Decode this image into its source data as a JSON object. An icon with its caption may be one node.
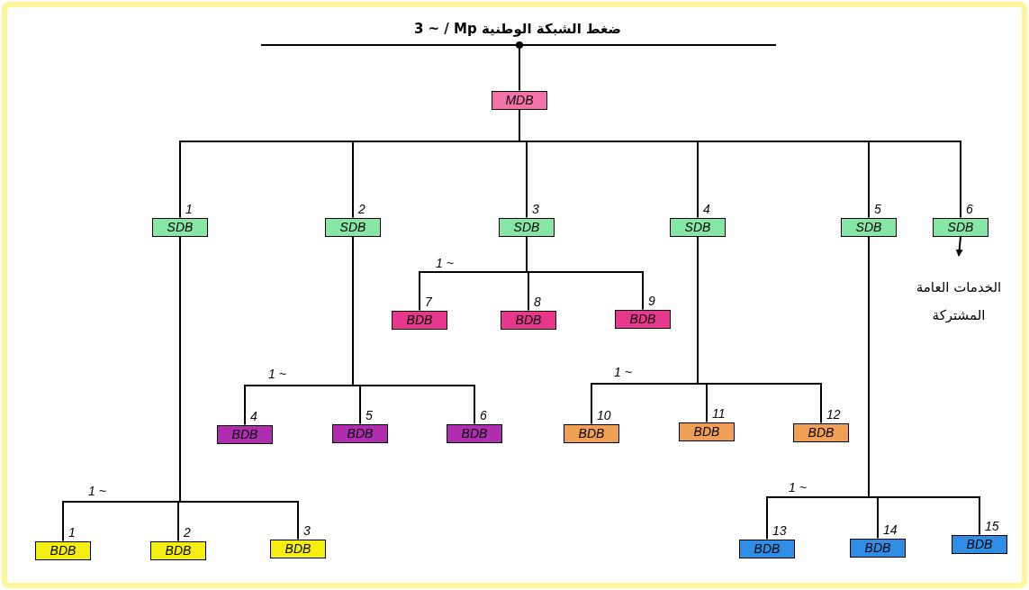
{
  "diagram": {
    "title": "3 ~ / Mp ضغط الشبكة الوطنية",
    "nodes": [
      {
        "text": [],
        "shape": "bar"
      },
      {
        "text": [
          "MDB"
        ]
      },
      {
        "text": [
          "SDB"
        ],
        "beside": [
          "1"
        ]
      },
      {
        "text": [
          "SDB"
        ],
        "beside": [
          "2"
        ]
      },
      {
        "text": [
          "SDB"
        ],
        "beside": [
          "3"
        ]
      },
      {
        "text": [
          "SDB"
        ],
        "beside": [
          "4"
        ]
      },
      {
        "text": [
          "SDB"
        ],
        "beside": [
          "5"
        ]
      },
      {
        "text": [
          "SDB"
        ],
        "beside": [
          "6"
        ]
      },
      {
        "text": [
          "الخدمات العامة المشتركة"
        ]
      },
      {
        "text": [
          "BDB"
        ],
        "beside": [
          "1"
        ]
      },
      {
        "text": [
          "BDB"
        ],
        "beside": [
          "2"
        ]
      },
      {
        "text": [
          "BDB"
        ],
        "beside": [
          "3"
        ]
      },
      {
        "text": [
          "BDB"
        ],
        "beside": [
          "4"
        ]
      },
      {
        "text": [
          "BDB"
        ],
        "beside": [
          "5"
        ]
      },
      {
        "text": [
          "BDB"
        ],
        "beside": [
          "6"
        ]
      },
      {
        "text": [
          "BDB"
        ],
        "beside": [
          "7"
        ]
      },
      {
        "text": [
          "BDB"
        ],
        "beside": [
          "8"
        ]
      },
      {
        "text": [
          "BDB"
        ],
        "beside": [
          "9"
        ]
      },
      {
        "text": [
          "BDB"
        ],
        "beside": [
          "10"
        ]
      },
      {
        "text": [
          "BDB"
        ],
        "beside": [
          "11"
        ]
      },
      {
        "text": [
          "BDB"
        ],
        "beside": [
          "12"
        ]
      },
      {
        "text": [
          "BDB"
        ],
        "beside": [
          "13"
        ]
      },
      {
        "text": [
          "BDB"
        ],
        "beside": [
          "14"
        ]
      },
      {
        "text": [
          "BDB"
        ],
        "beside": [
          "15"
        ]
      }
    ],
    "edges": [
      {
        "from": 0,
        "to": 1,
        "arrow": "none"
      },
      {
        "from": 1,
        "to": 2,
        "arrow": "none"
      },
      {
        "from": 1,
        "to": 3,
        "arrow": "none"
      },
      {
        "from": 1,
        "to": 4,
        "arrow": "none"
      },
      {
        "from": 1,
        "to": 5,
        "arrow": "none"
      },
      {
        "from": 1,
        "to": 6,
        "arrow": "none"
      },
      {
        "from": 1,
        "to": 7,
        "arrow": "none"
      },
      {
        "from": 7,
        "to": 8,
        "arrow": "to"
      },
      {
        "from": 4,
        "to": 15,
        "arrow": "none"
      },
      {
        "from": 4,
        "to": 16,
        "arrow": "none"
      },
      {
        "from": 4,
        "to": 17,
        "arrow": "none"
      },
      {
        "from": 3,
        "to": 12,
        "arrow": "none"
      },
      {
        "from": 3,
        "to": 13,
        "arrow": "none"
      },
      {
        "from": 3,
        "to": 14,
        "arrow": "none"
      },
      {
        "from": 5,
        "to": 18,
        "arrow": "none"
      },
      {
        "from": 5,
        "to": 19,
        "arrow": "none"
      },
      {
        "from": 5,
        "to": 20,
        "arrow": "none"
      },
      {
        "from": 2,
        "to": 9,
        "arrow": "none"
      },
      {
        "from": 2,
        "to": 10,
        "arrow": "none"
      },
      {
        "from": 2,
        "to": 11,
        "arrow": "none"
      },
      {
        "from": 6,
        "to": 21,
        "arrow": "none"
      },
      {
        "from": 6,
        "to": 22,
        "arrow": "none"
      },
      {
        "from": 6,
        "to": 23,
        "arrow": "none"
      }
    ],
    "labels": [
      "1 ~",
      "1 ~",
      "1 ~",
      "1 ~",
      "1 ~"
    ]
  }
}
